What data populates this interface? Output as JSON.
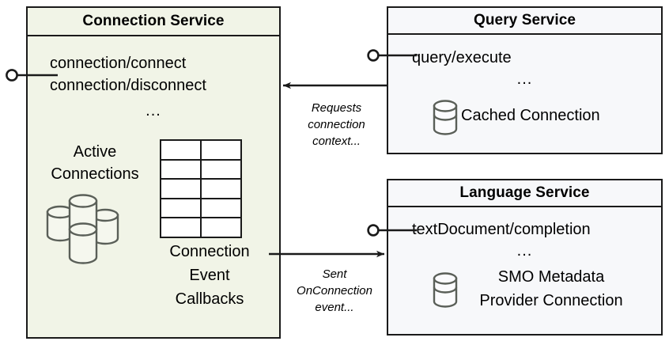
{
  "diagram": {
    "title_hidden": "",
    "colors": {
      "connection_service_fill": "#f1f4e7",
      "service_fill": "#f7f8fa",
      "stroke": "#1a1a1a",
      "icon_stroke": "#5a5f58",
      "background": "#ffffff"
    },
    "components": [
      {
        "id": "connection-service",
        "title": "Connection Service",
        "interfaces": [
          "connection/connect",
          "connection/disconnect"
        ],
        "ellipsis": "...",
        "left_caption": "Active\nConnections",
        "left_caption_lines": [
          "Active",
          "Connections"
        ],
        "left_icon": "database-cluster-icon",
        "right_caption_lines": [
          "Connection",
          "Event",
          "Callbacks"
        ],
        "right_icon": "table-grid-icon",
        "table": {
          "rows": 5,
          "cols": 2
        }
      },
      {
        "id": "query-service",
        "title": "Query Service",
        "interfaces": [
          "query/execute"
        ],
        "ellipsis": "...",
        "resource_label": "Cached Connection",
        "resource_icon": "database-cylinder-icon"
      },
      {
        "id": "language-service",
        "title": "Language Service",
        "interfaces": [
          "textDocument/completion"
        ],
        "ellipsis": "...",
        "resource_label_lines": [
          "SMO Metadata",
          "Provider Connection"
        ],
        "resource_icon": "database-cylinder-icon"
      }
    ],
    "edges": [
      {
        "id": "query-to-connection",
        "from": "query-service",
        "to": "connection-service",
        "label_lines": [
          "Requests",
          "connection",
          "context..."
        ]
      },
      {
        "id": "connection-to-language",
        "from": "connection-service",
        "to": "language-service",
        "label_lines": [
          "Sent",
          "OnConnection",
          "event..."
        ]
      }
    ],
    "lollipops": [
      {
        "id": "lollipop-connection-service",
        "attaches_to": "connection-service"
      },
      {
        "id": "lollipop-query-service",
        "attaches_to": "query-service"
      },
      {
        "id": "lollipop-language-service",
        "attaches_to": "language-service"
      }
    ]
  }
}
